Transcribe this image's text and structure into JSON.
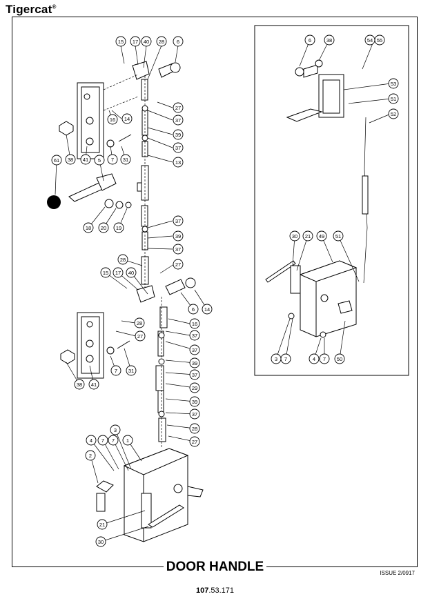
{
  "header": {
    "brand": "Tigercat",
    "brand_mark": "®"
  },
  "footer": {
    "title": "DOOR HANDLE",
    "issue": "ISSUE 2/0917",
    "page_prefix": "107",
    "page_suffix": ".53.171"
  },
  "callouts": [
    "15",
    "17",
    "40",
    "28",
    "6",
    "27",
    "37",
    "39",
    "37",
    "13",
    "14",
    "16",
    "38",
    "41",
    "7",
    "31",
    "61",
    "5",
    "18",
    "20",
    "19",
    "37",
    "39",
    "37",
    "28",
    "27",
    "15",
    "17",
    "40",
    "6",
    "14",
    "28",
    "16",
    "27",
    "37",
    "38",
    "41",
    "7",
    "31",
    "37",
    "39",
    "37",
    "29",
    "39",
    "37",
    "28",
    "27",
    "4",
    "7",
    "3",
    "7",
    "1",
    "2",
    "21",
    "30",
    "6",
    "38",
    "54",
    "55",
    "53",
    "51",
    "52",
    "30",
    "21",
    "49",
    "51",
    "3",
    "7",
    "4",
    "7",
    "50"
  ]
}
